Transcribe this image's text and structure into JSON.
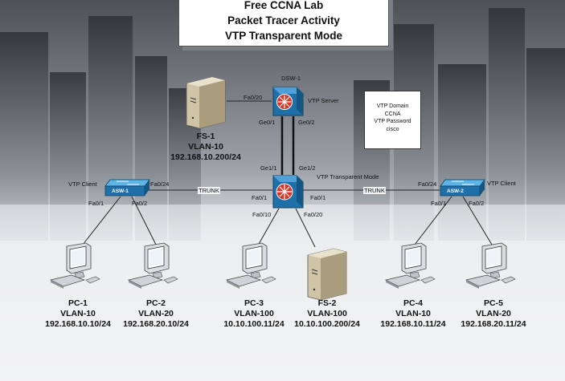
{
  "title": {
    "line1": "Free CCNA Lab",
    "line2": "Packet Tracer Activity",
    "line3": "VTP Transparent Mode"
  },
  "vtp_info": {
    "line1": "VTP Domain",
    "line2": "CCNA",
    "line3": "VTP Password",
    "line4": "cisco"
  },
  "devices": {
    "dsw1": {
      "name": "DSW-1",
      "role": "VTP Server"
    },
    "core": {
      "role": "VTP Transparent Mode"
    },
    "asw1": {
      "name": "ASW-1",
      "role": "VTP Client"
    },
    "asw2": {
      "name": "ASW-2",
      "role": "VTP Client"
    },
    "fs1": {
      "name": "FS-1",
      "vlan": "VLAN-10",
      "ip": "192.168.10.200/24"
    },
    "fs2": {
      "name": "FS-2",
      "vlan": "VLAN-100",
      "ip": "10.10.100.200/24"
    },
    "pc1": {
      "name": "PC-1",
      "vlan": "VLAN-10",
      "ip": "192.168.10.10/24"
    },
    "pc2": {
      "name": "PC-2",
      "vlan": "VLAN-20",
      "ip": "192.168.20.10/24"
    },
    "pc3": {
      "name": "PC-3",
      "vlan": "VLAN-100",
      "ip": "10.10.100.11/24"
    },
    "pc4": {
      "name": "PC-4",
      "vlan": "VLAN-10",
      "ip": "192.168.10.11/24"
    },
    "pc5": {
      "name": "PC-5",
      "vlan": "VLAN-20",
      "ip": "192.168.20.11/24"
    }
  },
  "ports": {
    "dsw_fa020": "Fa0/20",
    "dsw_ge01": "Ge0/1",
    "dsw_ge02": "Ge0/2",
    "core_ge11": "Ge1/1",
    "core_ge12": "Ge1/2",
    "core_fa01_left": "Fa0/1",
    "core_fa01_right": "Fa0/1",
    "core_fa010": "Fa0/10",
    "core_fa020": "Fa0/20",
    "asw1_fa024": "Fa0/24",
    "asw1_fa01": "Fa0/1",
    "asw1_fa02": "Fa0/2",
    "asw2_fa024": "Fa0/24",
    "asw2_fa01": "Fa0/1",
    "asw2_fa02": "Fa0/2"
  },
  "links": {
    "trunk_left": "TRUNK",
    "trunk_right": "TRUNK"
  }
}
